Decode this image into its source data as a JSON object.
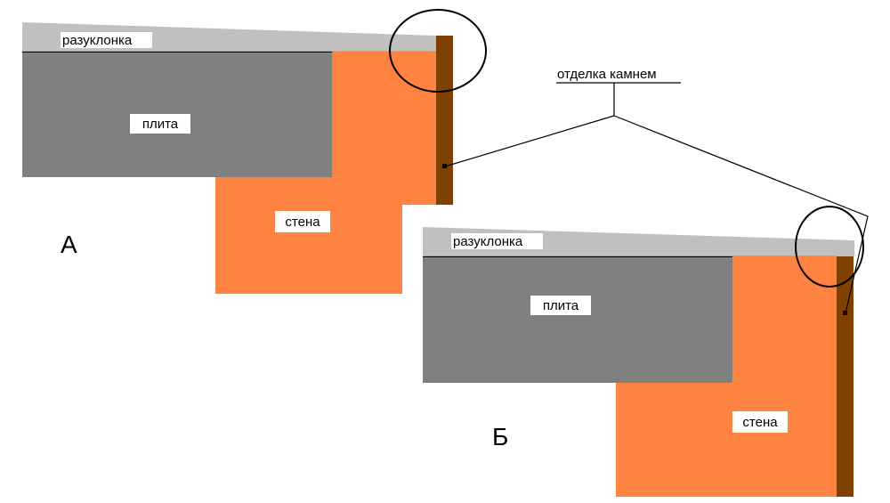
{
  "colors": {
    "slab": "#808080",
    "wall": "#fe8340",
    "slope": "#c0c0c0",
    "stone": "#7f4000",
    "line": "#000000",
    "label_bg": "#ffffff"
  },
  "diagram": {
    "callout_label": "отделка камнем",
    "variant_a": {
      "letter": "А",
      "slope_label": "разуклонка",
      "slab_label": "плита",
      "wall_label": "стена"
    },
    "variant_b": {
      "letter": "Б",
      "slope_label": "разуклонка",
      "slab_label": "плита",
      "wall_label": "стена"
    }
  }
}
